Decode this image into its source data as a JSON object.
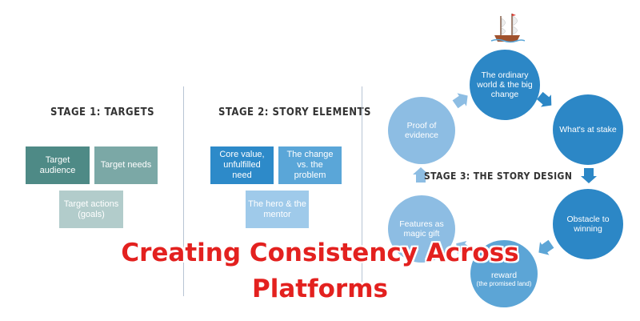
{
  "stages": [
    {
      "title": "STAGE 1: TARGETS",
      "boxes": [
        "Target audience",
        "Target needs",
        "Target actions (goals)"
      ]
    },
    {
      "title": "STAGE 2: STORY ELEMENTS",
      "boxes": [
        "Core value, unfulfilled need",
        "The change vs. the problem",
        "The hero & the mentor"
      ]
    },
    {
      "title": "STAGE 3: THE STORY DESIGN",
      "cycle": [
        {
          "label": "The ordinary world & the big change"
        },
        {
          "label": "What's at stake"
        },
        {
          "label": "Obstacle to winning"
        },
        {
          "label": "reward",
          "sub": "(the promised land)"
        },
        {
          "label": "Features as magic gift"
        },
        {
          "label": "Proof of evidence"
        }
      ]
    }
  ],
  "overlay": {
    "line1": "Creating Consistency Across",
    "line2": "Platforms"
  },
  "colors": {
    "overlay_text": "#e3211f",
    "teal_dark": "#4e8a86",
    "blue_dark": "#2c87c6"
  },
  "icons": [
    "ship-icon"
  ]
}
